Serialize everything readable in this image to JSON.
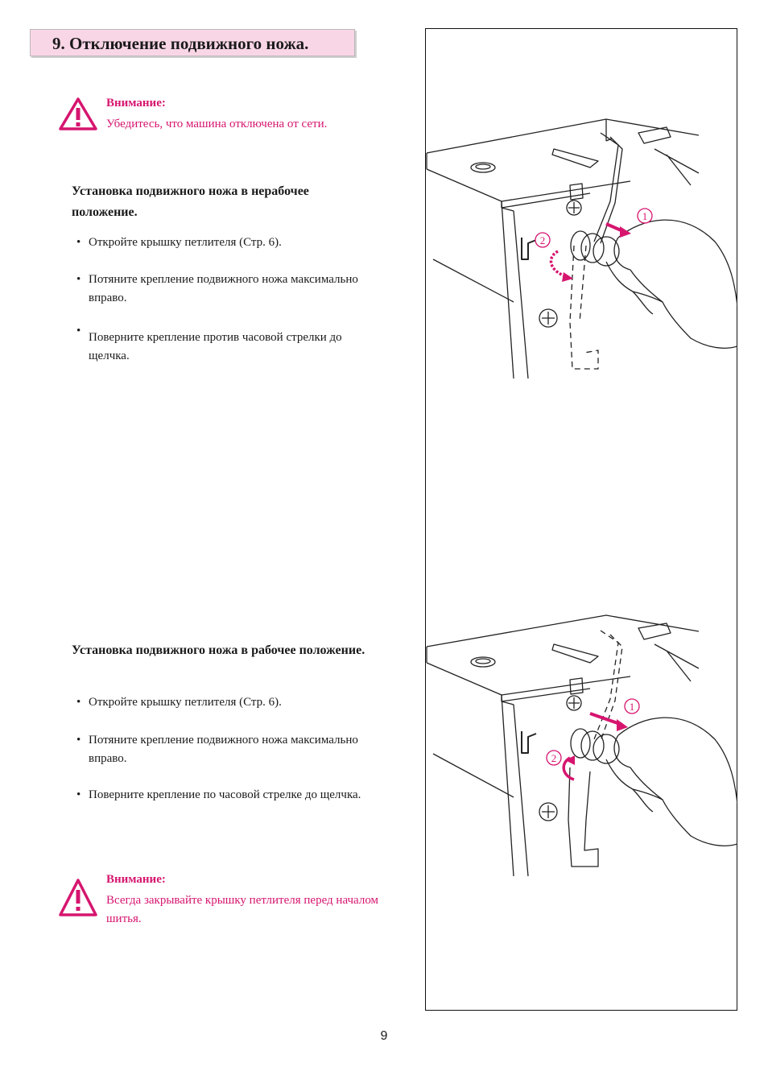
{
  "section": {
    "title": "9. Отключение подвижного ножа."
  },
  "warning_top": {
    "title": "Внимание:",
    "text": "Убедитесь, что машина отключена от сети."
  },
  "disable": {
    "heading": "Установка подвижного ножа в нерабочее положение.",
    "steps": [
      "Откройте крышку петлителя (Стр. 6).",
      "Потяните крепление подвижного ножа максимально вправо.",
      "Поверните крепление против часовой стрелки до щелчка."
    ]
  },
  "enable": {
    "heading": "Установка подвижного ножа в рабочее положение.",
    "steps": [
      "Откройте крышку петлителя (Стр. 6).",
      "Потяните крепление подвижного ножа максимально вправо.",
      "Поверните крепление по часовой стрелке до щелчка."
    ]
  },
  "warning_bottom": {
    "title": "Внимание:",
    "text": "Всегда закрывайте крышку петлителя перед началом шитья."
  },
  "figure": {
    "step1": "1",
    "step2": "2"
  },
  "icons": {
    "warning": "warning-triangle-icon",
    "hand": "hand-illustration"
  },
  "colors": {
    "accent": "#d6156f",
    "title_bg": "#f9d6e6"
  },
  "page": {
    "number": "9"
  }
}
